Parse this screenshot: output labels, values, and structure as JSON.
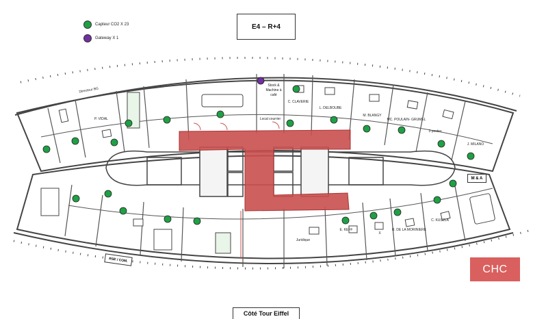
{
  "header": {
    "title": "E4 – R+4"
  },
  "legend": [
    {
      "label": "Capteur CO2 X 23",
      "color": "#1fa045"
    },
    {
      "label": "Gateway X 1",
      "color": "#7030a0"
    }
  ],
  "badge": {
    "label": "CHC",
    "color": "#d9605e"
  },
  "footer": {
    "label": "Côté Tour Eiffel"
  },
  "colors": {
    "corridor": "#c9504f",
    "sensor": "#1fa045",
    "gateway": "#7030a0",
    "wall": "#444444"
  },
  "rooms": {
    "top": [
      "P. VIDAL",
      "C. CLAVERIE",
      "L. DELBOUBE",
      "M. BLANGY",
      "MC. POULAIN-\nGRUMEL",
      "3 postes",
      "J. MILANO"
    ],
    "stock": "Stock &\nMachine à\ncafé",
    "local_courrier": "Local courrier",
    "directeur": "Directeur BG",
    "bottom": [
      "Juridique",
      "E. KEFF",
      "X",
      "R. DE LA\nMORINIERE",
      "C. KUSZLA"
    ],
    "ma": "M & A",
    "rse": "RSE / COM."
  }
}
